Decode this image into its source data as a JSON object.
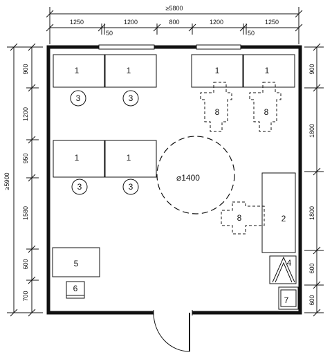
{
  "dimensions": {
    "top_total": "≥5800",
    "top_segments": [
      "1250",
      "1200",
      "800",
      "1200",
      "1250"
    ],
    "top_gaps": [
      "50",
      "50"
    ],
    "left_total": "≥5900",
    "left_segments": [
      "900",
      "1200",
      "950",
      "1580",
      "600",
      "700"
    ],
    "right_segments": [
      "900",
      "1800",
      "1800",
      "600",
      "600"
    ]
  },
  "circle_label": "⌀1400",
  "labels": {
    "desk": "1",
    "chair": "3",
    "cabinet": "5",
    "bin": "6",
    "bench": "2",
    "unit4": "4",
    "unit7": "7",
    "workplace": "8"
  }
}
